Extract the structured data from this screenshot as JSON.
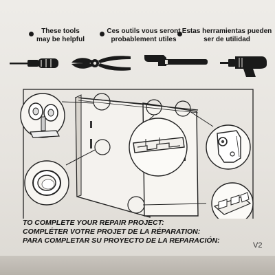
{
  "header": {
    "english": [
      "These tools",
      "may be helpful"
    ],
    "french": [
      "Ces outils vous seront",
      "probablement utiles"
    ],
    "spanish": [
      "Estas herramientas pueden",
      "ser de utilidad"
    ]
  },
  "tools": [
    {
      "name": "screwdriver"
    },
    {
      "name": "pliers"
    },
    {
      "name": "hammer"
    },
    {
      "name": "drill"
    }
  ],
  "instructions": [
    "TO COMPLETE YOUR REPAIR PROJECT:",
    "COMPLÉTER VOTRE PROJET DE LA RÉPARATION:",
    "PARA COMPLETAR SU PROYECTO DE LA REPARACIÓN:"
  ],
  "version": "V2"
}
